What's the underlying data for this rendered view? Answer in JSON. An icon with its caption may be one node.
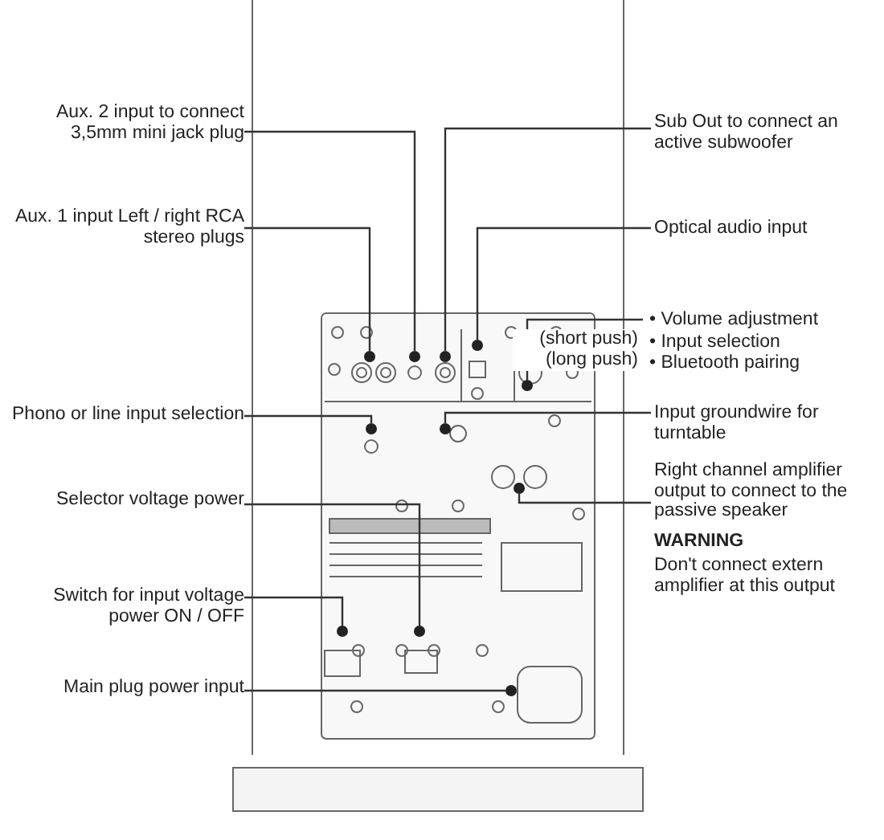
{
  "diagram": {
    "nodes": [
      {
        "text": [
          "Aux. 2 input to connect 3,5mm mini jack plug"
        ]
      },
      {
        "text": [
          "Aux. 1 input Left / right RCA stereo plugs"
        ]
      },
      {
        "text": [
          "Phono or line input selection"
        ]
      },
      {
        "text": [
          "Selector voltage power"
        ]
      },
      {
        "text": [
          "Switch for input voltage power ON / OFF"
        ]
      },
      {
        "text": [
          "Main plug power input"
        ]
      },
      {
        "text": [
          "Sub Out to connect an active subwoofer"
        ]
      },
      {
        "text": [
          "Optical audio input"
        ]
      },
      {
        "text": [
          "• Volume adjustment",
          "• Input selection",
          "• Bluetooth pairing"
        ],
        "beside": [
          "(short push)",
          "(long push)"
        ]
      },
      {
        "text": [
          "Input groundwire for turntable"
        ]
      },
      {
        "text": [
          "Right channel amplifier output to connect to the passive speaker"
        ]
      },
      {
        "text": [],
        "shape": "circle"
      },
      {
        "text": [],
        "shape": "circle"
      },
      {
        "text": [],
        "shape": "circle"
      },
      {
        "text": [],
        "shape": "circle"
      },
      {
        "text": [],
        "shape": "circle"
      },
      {
        "text": [],
        "shape": "circle"
      },
      {
        "text": [],
        "shape": "circle"
      },
      {
        "text": [],
        "shape": "circle"
      },
      {
        "text": [],
        "shape": "circle"
      },
      {
        "text": [],
        "shape": "circle"
      },
      {
        "text": [],
        "shape": "circle"
      }
    ],
    "edges": [
      {
        "from": 0,
        "to": 12,
        "arrow": "none"
      },
      {
        "from": 1,
        "to": 11,
        "arrow": "none"
      },
      {
        "from": 2,
        "to": 16,
        "arrow": "none"
      },
      {
        "from": 3,
        "to": 20,
        "arrow": "none"
      },
      {
        "from": 4,
        "to": 19,
        "arrow": "none"
      },
      {
        "from": 5,
        "to": 21,
        "arrow": "none"
      },
      {
        "from": 6,
        "to": 13,
        "arrow": "none"
      },
      {
        "from": 7,
        "to": 14,
        "arrow": "none"
      },
      {
        "from": 8,
        "to": 15,
        "arrow": "none"
      },
      {
        "from": 9,
        "to": 17,
        "arrow": "none"
      },
      {
        "from": 10,
        "to": 18,
        "arrow": "none"
      }
    ],
    "labels": [
      "WARNING",
      "Don't connect extern amplifier at this output"
    ]
  }
}
